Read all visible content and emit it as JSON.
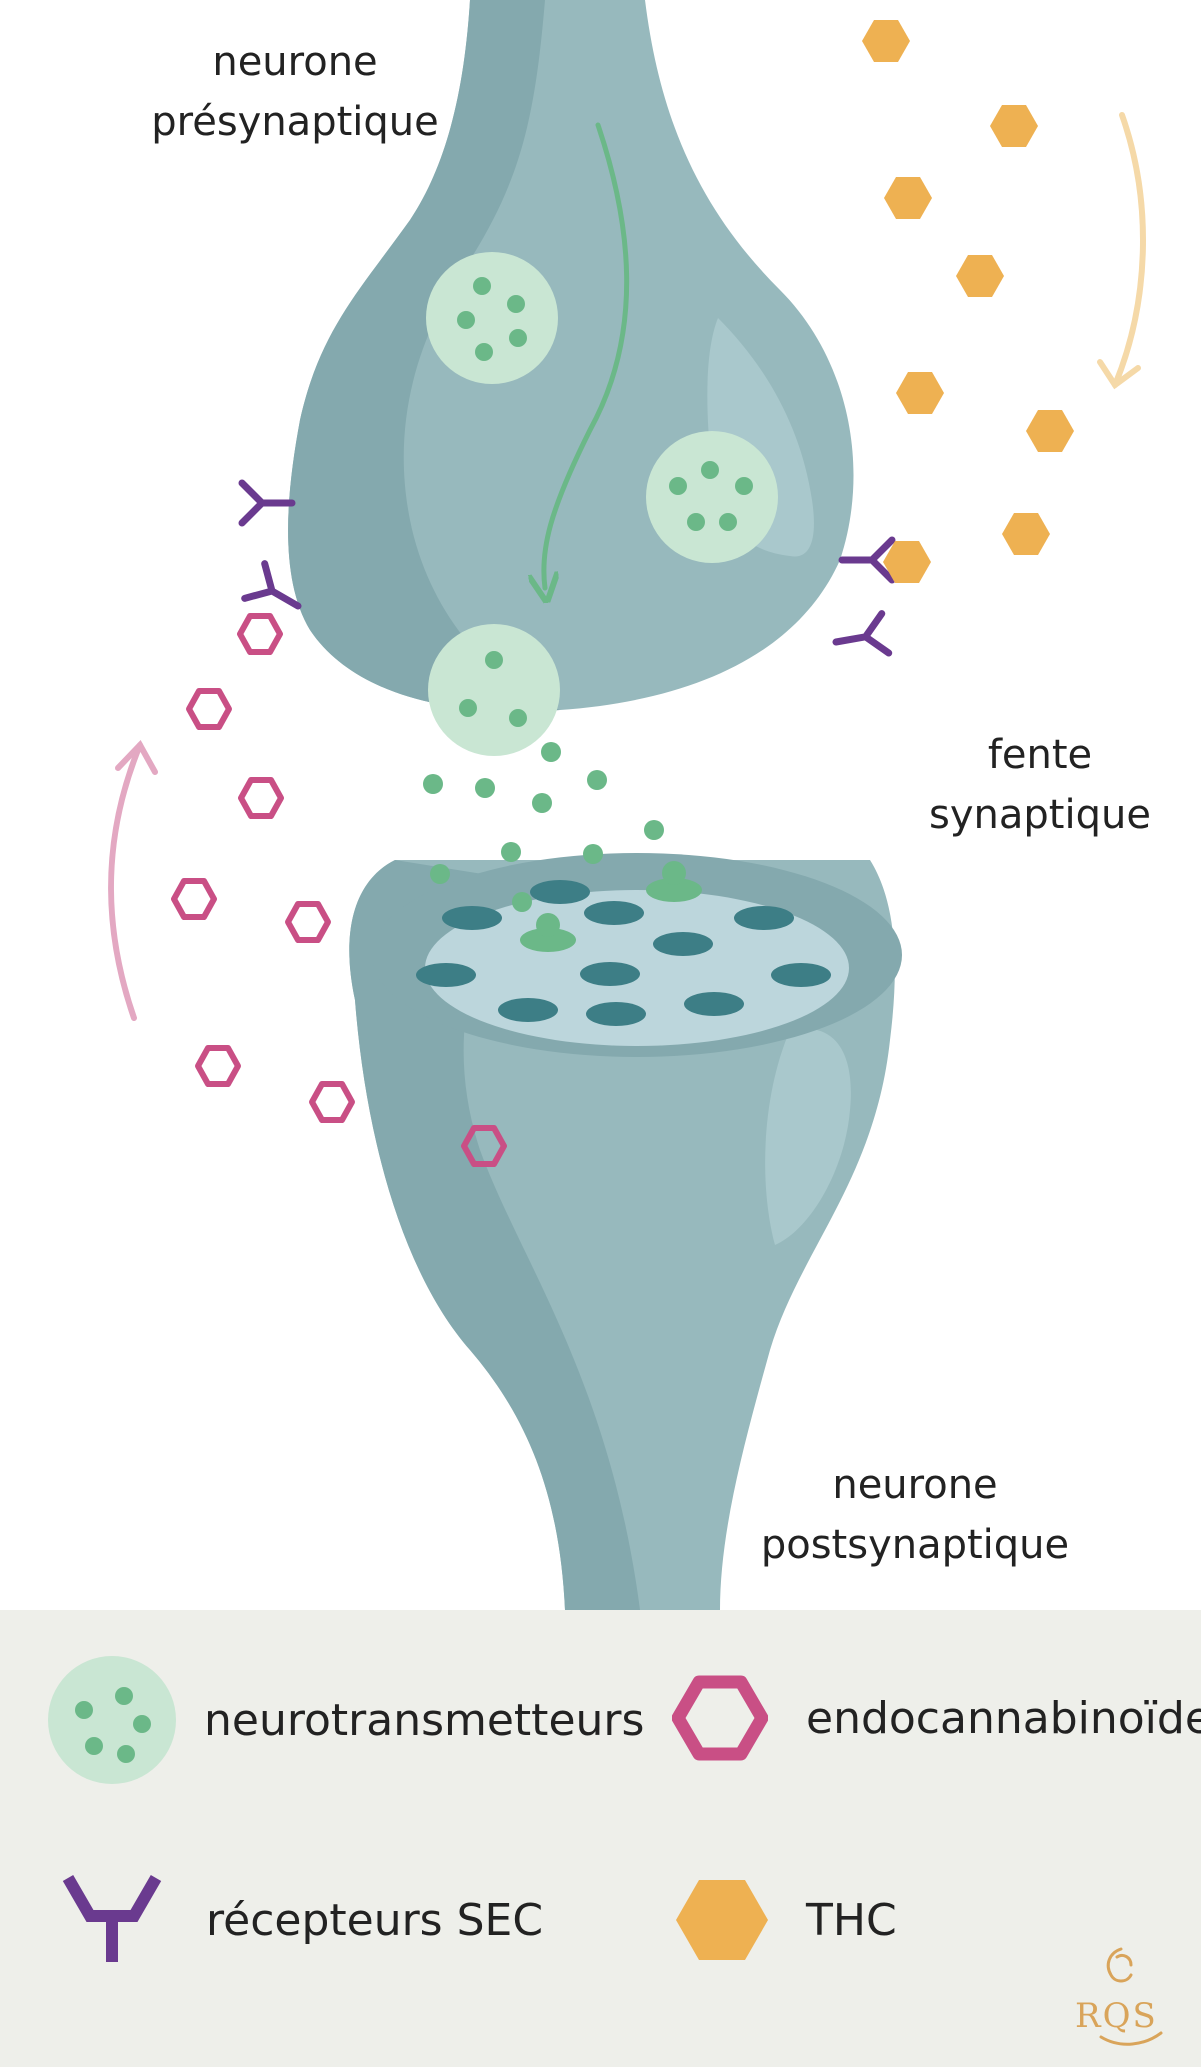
{
  "labels": {
    "presynaptic_line1": "neurone",
    "presynaptic_line2": "présynaptique",
    "cleft_line1": "fente",
    "cleft_line2": "synaptique",
    "postsynaptic_line1": "neurone",
    "postsynaptic_line2": "postsynaptique"
  },
  "legend": {
    "neurotransmitters": "neurotransmetteurs",
    "endocannabinoids": "endocannabinoïdes",
    "receptors": "récepteurs SEC",
    "thc": "THC"
  },
  "logo": {
    "text": "RQS"
  },
  "colors": {
    "neuron": "#97b9bd",
    "neuron_dark": "#84a9ae",
    "neuron_highlight": "#a9c8cc",
    "vesicle": "#c9e6d3",
    "neurotransmitter": "#6bb888",
    "receptor": "#6a3a8f",
    "endocannabinoid": "#c94f85",
    "thc": "#eeb152",
    "postsynaptic_receptor": "#3d7e86",
    "legend_background": "#eeefea"
  },
  "icons": {
    "neurotransmitters": "vesicle-icon",
    "endocannabinoids": "hexagon-outline-icon",
    "receptors": "y-receptor-icon",
    "thc": "hexagon-filled-icon"
  }
}
